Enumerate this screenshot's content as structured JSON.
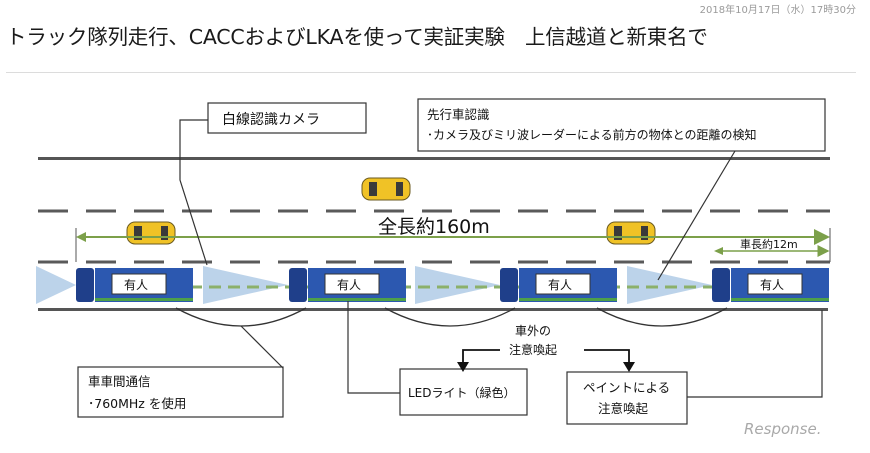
{
  "header": {
    "timestamp": "2018年10月17日（水）17時30分",
    "title": "トラック隊列走行、CACCおよびLKAを使って実証実験　上信越道と新東名で"
  },
  "diagram": {
    "camera_callout": "白線認識カメラ",
    "lead_vehicle_callout": {
      "title": "先行車認識",
      "body": "･カメラ及びミリ波レーダーによる前方の物体との距離の検知"
    },
    "total_length": "全長約160m",
    "vehicle_length": "車長約12m",
    "truck_label": "有人",
    "v2v_callout": {
      "title": "車車間通信",
      "body": "･760MHz を使用"
    },
    "warning_label_line1": "車外の",
    "warning_label_line2": "注意喚起",
    "led_callout": "LEDライト（緑色）",
    "paint_callout_line1": "ペイントによる",
    "paint_callout_line2": "注意喚起",
    "watermark": "Response."
  }
}
